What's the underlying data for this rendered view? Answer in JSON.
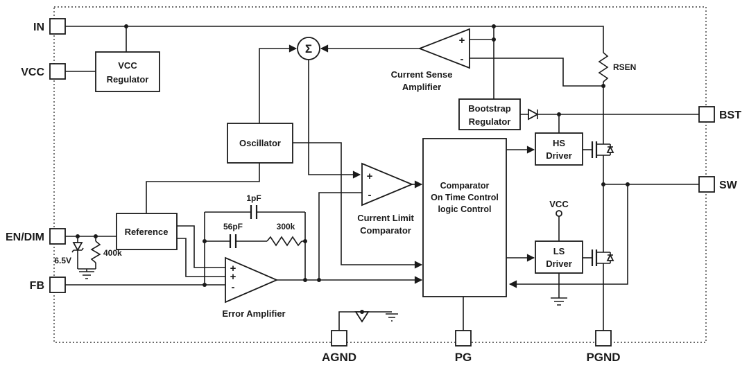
{
  "pins": {
    "in": "IN",
    "vcc": "VCC",
    "en_dim": "EN/DIM",
    "fb": "FB",
    "bst": "BST",
    "sw": "SW",
    "agnd": "AGND",
    "pg": "PG",
    "pgnd": "PGND"
  },
  "blocks": {
    "vcc_regulator": {
      "l1": "VCC",
      "l2": "Regulator"
    },
    "oscillator": "Oscillator",
    "reference": "Reference",
    "bootstrap": {
      "l1": "Bootstrap",
      "l2": "Regulator"
    },
    "hs_driver": {
      "l1": "HS",
      "l2": "Driver"
    },
    "ls_driver": {
      "l1": "LS",
      "l2": "Driver"
    },
    "control_logic": {
      "l1": "Comparator",
      "l2": "On Time Control",
      "l3": "logic Control"
    }
  },
  "amplifiers": {
    "current_sense": {
      "l1": "Current Sense",
      "l2": "Amplifier"
    },
    "current_limit": {
      "l1": "Current Limit",
      "l2": "Comparator"
    },
    "error": "Error Amplifier",
    "sigma": "Σ"
  },
  "components": {
    "rsen": "RSEN",
    "zener": "6.5V",
    "r_endim": "400k",
    "c_1pf": "1pF",
    "c_56pf": "56pF",
    "r_300k": "300k",
    "vcc_ls": "VCC"
  },
  "signs": {
    "plus": "+",
    "minus": "-"
  }
}
